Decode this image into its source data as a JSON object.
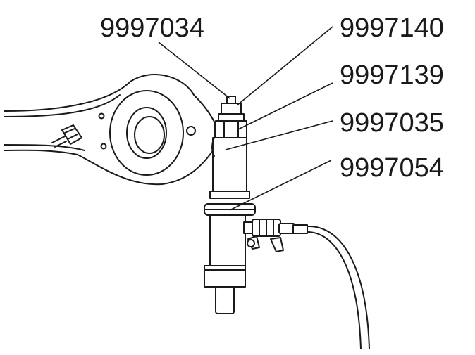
{
  "labels": [
    {
      "id": "label-1",
      "text": "9997034"
    },
    {
      "id": "label-2",
      "text": "9997140"
    },
    {
      "id": "label-3",
      "text": "9997139"
    },
    {
      "id": "label-4",
      "text": "9997035"
    },
    {
      "id": "label-5",
      "text": "9997054"
    }
  ]
}
